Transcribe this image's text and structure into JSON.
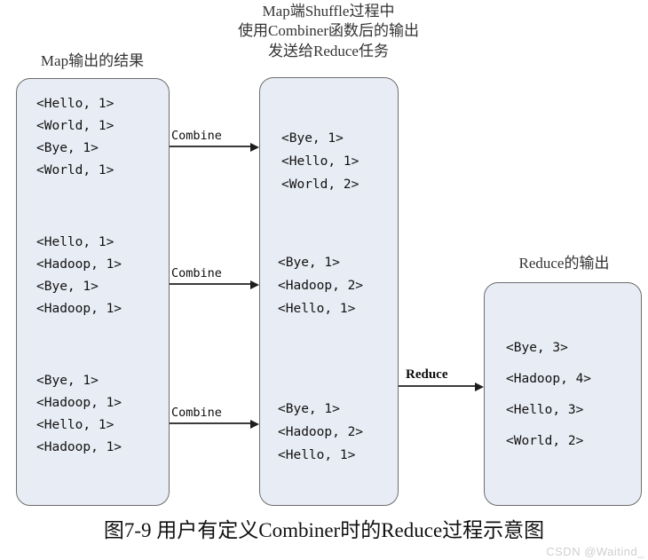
{
  "labels": {
    "map_output": "Map输出的结果",
    "shuffle_lines": [
      "Map端Shuffle过程中",
      "使用Combiner函数后的输出",
      "发送给Reduce任务"
    ],
    "reduce_output": "Reduce的输出"
  },
  "boxes": {
    "map_output": {
      "groups": [
        [
          "<Hello, 1>",
          "<World, 1>",
          "<Bye, 1>",
          "<World, 1>"
        ],
        [
          "<Hello, 1>",
          "<Hadoop, 1>",
          "<Bye, 1>",
          "<Hadoop, 1>"
        ],
        [
          "<Bye, 1>",
          "<Hadoop, 1>",
          "<Hello, 1>",
          "<Hadoop, 1>"
        ]
      ]
    },
    "combiner_output": {
      "groups": [
        [
          "<Bye, 1>",
          "<Hello, 1>",
          "<World, 2>"
        ],
        [
          "<Bye, 1>",
          "<Hadoop, 2>",
          "<Hello, 1>"
        ],
        [
          "<Bye, 1>",
          "<Hadoop, 2>",
          "<Hello, 1>"
        ]
      ]
    },
    "reduce_output": {
      "groups": [
        [
          "<Bye, 3>",
          "<Hadoop, 4>",
          "<Hello, 3>",
          "<World, 2>"
        ]
      ]
    }
  },
  "arrows": {
    "combine_1": "Combine",
    "combine_2": "Combine",
    "combine_3": "Combine",
    "reduce": "Reduce"
  },
  "caption": "图7-9 用户有定义Combiner时的Reduce过程示意图",
  "watermark": "CSDN @Waitind_",
  "colors": {
    "box_fill": "#e8ecf4",
    "box_border": "#6d6d6d",
    "arrow": "#3b3b3b",
    "text": "#111111",
    "watermark": "#cfcfcf"
  }
}
